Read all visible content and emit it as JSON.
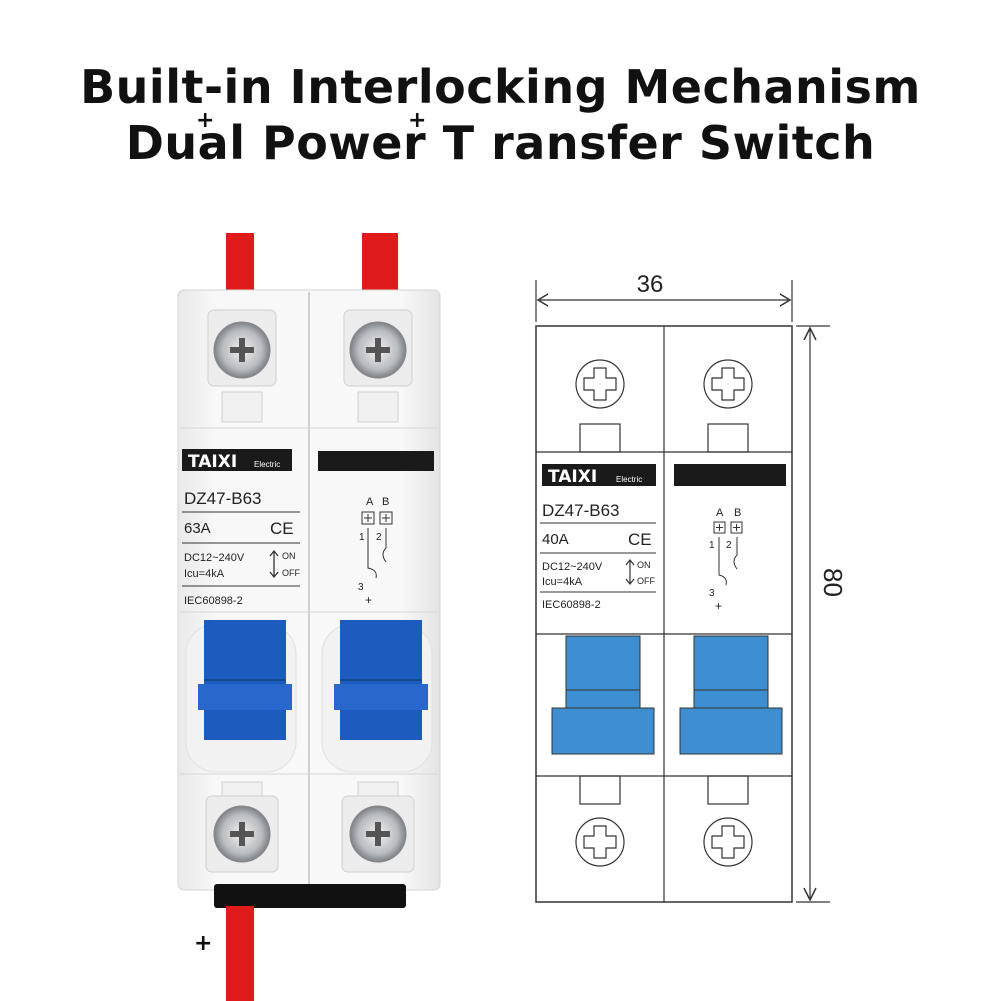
{
  "title": {
    "line1": "Built-in Interlocking Mechanism",
    "line2": "Dual Power T ransfer Switch",
    "plus_marks": [
      "+",
      "+"
    ]
  },
  "photo": {
    "brand": "TAIXI",
    "brand_sub": "Electric",
    "model": "DZ47-B63",
    "rating": "63A",
    "ce": "CE",
    "voltage": "DC12~240V",
    "icu": "Icu=4kA",
    "on": "ON",
    "off": "OFF",
    "standard": "IEC60898-2",
    "diagram": {
      "a": "A",
      "b": "B",
      "n1": "1",
      "n2": "2",
      "n3": "3",
      "plus": "+"
    },
    "wire_plus": "+"
  },
  "drawing": {
    "width_dim": "36",
    "height_dim": "80",
    "brand": "TAIXI",
    "brand_sub": "Electric",
    "model": "DZ47-B63",
    "rating": "40A",
    "ce": "CE",
    "voltage": "DC12~240V",
    "icu": "Icu=4kA",
    "on": "ON",
    "off": "OFF",
    "standard": "IEC60898-2",
    "diagram": {
      "a": "A",
      "b": "B",
      "n1": "1",
      "n2": "2",
      "n3": "3",
      "plus": "+"
    }
  },
  "colors": {
    "wire_red": "#e01b1b",
    "handle_blue": "#1e5bbf",
    "drawing_blue": "#3d8fd1",
    "body": "#f4f4f4"
  }
}
